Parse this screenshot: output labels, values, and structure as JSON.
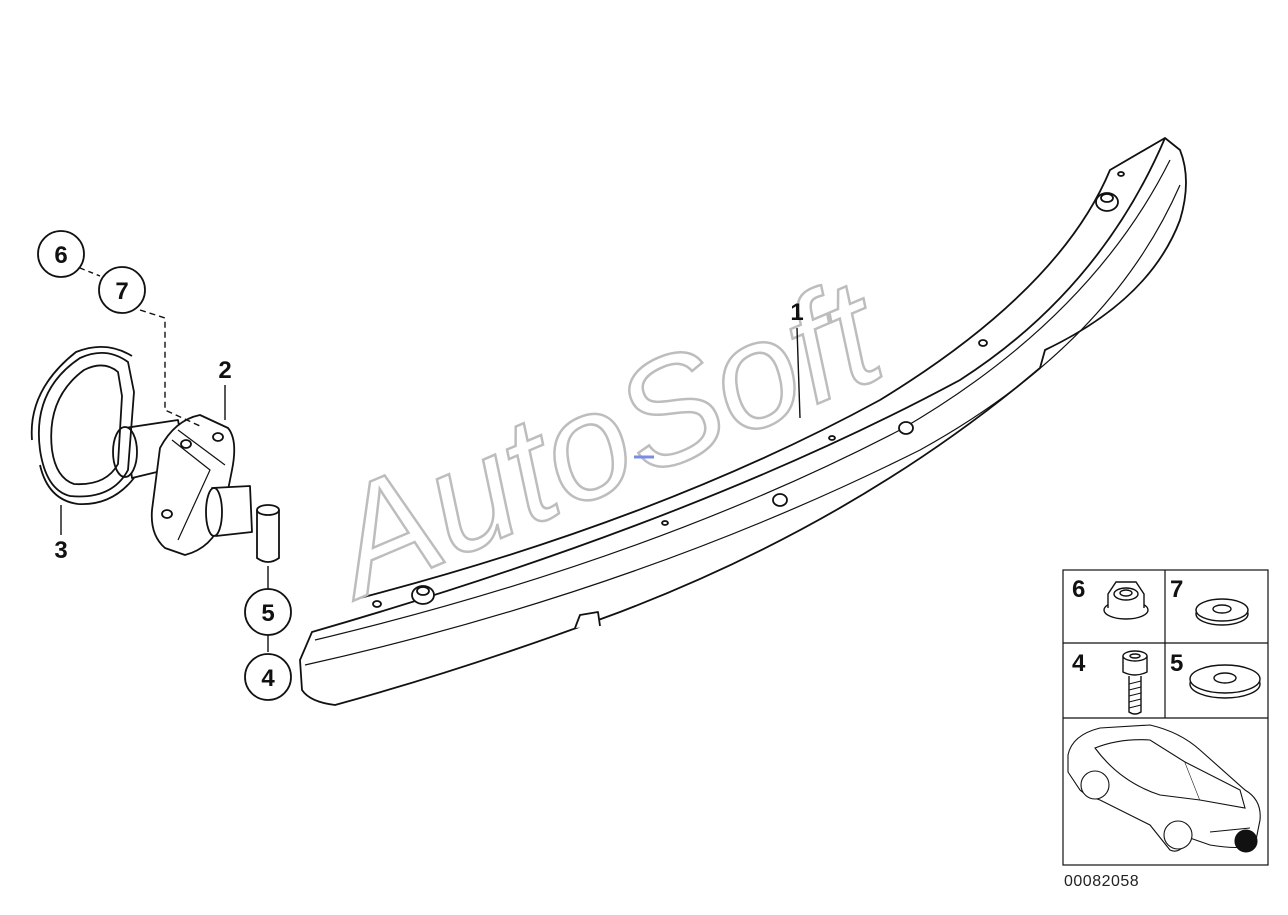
{
  "parts": {
    "p1": "1",
    "p2": "2",
    "p3": "3",
    "p4": "4",
    "p5": "5",
    "p6": "6",
    "p7": "7"
  },
  "legend": {
    "cell_6": "6",
    "cell_7": "7",
    "cell_4": "4",
    "cell_5": "5"
  },
  "watermark": "AutoSoft",
  "diagram_id": "00082058",
  "colors": {
    "line": "#111111",
    "watermark": "#bdbdbd",
    "accent_dash": "#7a8ce8"
  }
}
